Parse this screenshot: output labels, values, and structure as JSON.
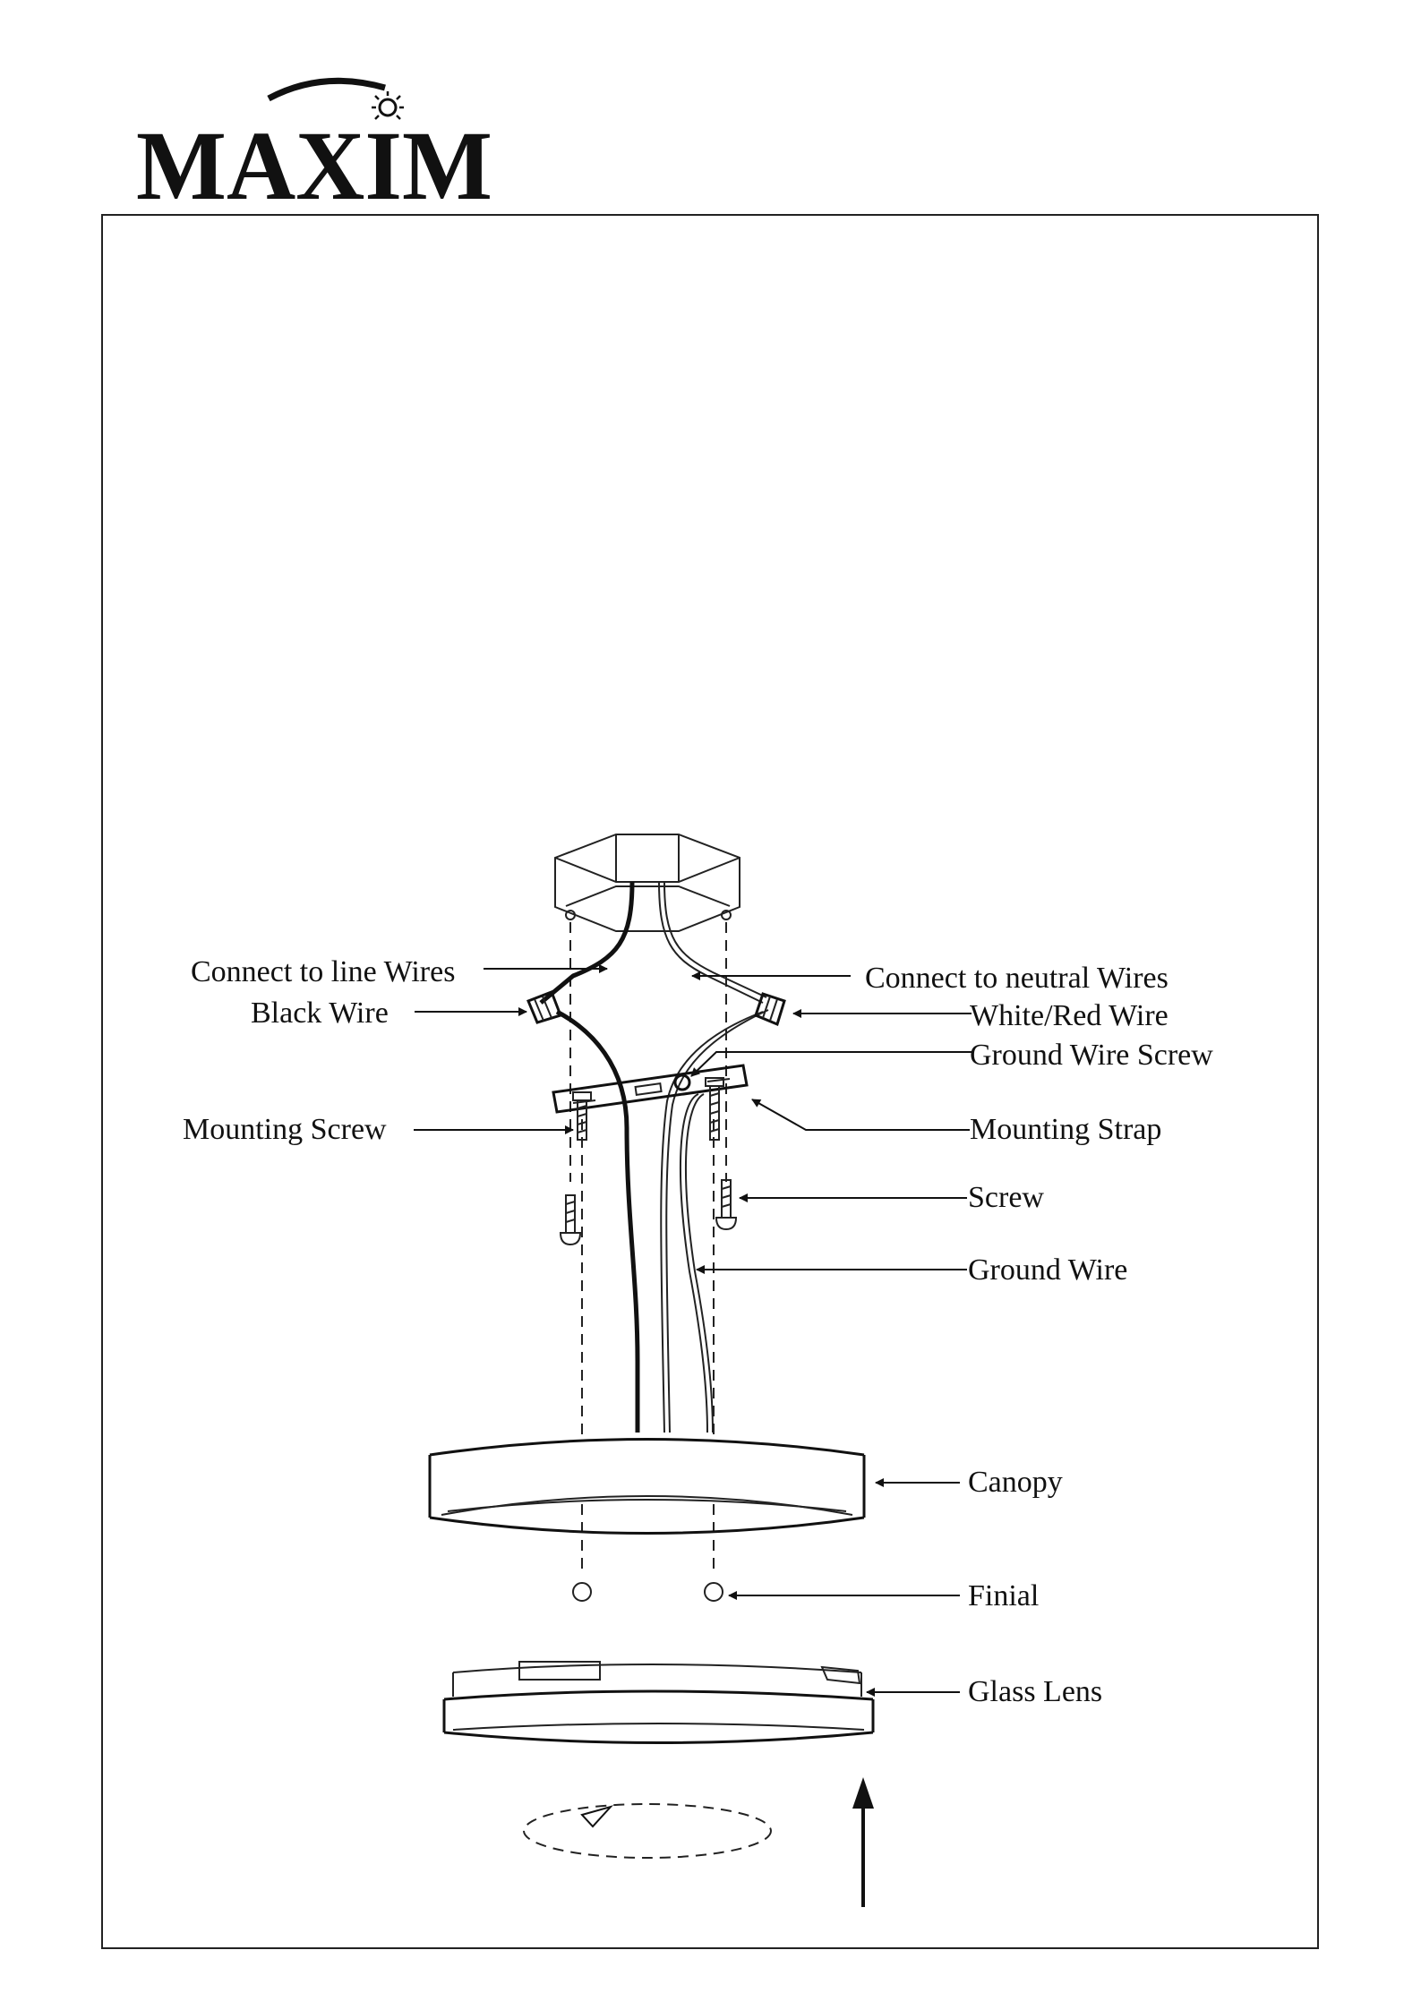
{
  "brand": {
    "name": "MAXIM"
  },
  "labels": {
    "line_wires": "Connect to line Wires",
    "black_wire": "Black Wire",
    "neutral_wires": "Connect to neutral Wires",
    "white_red_wire": "White/Red Wire",
    "ground_wire_screw": "Ground Wire Screw",
    "mounting_screw": "Mounting Screw",
    "mounting_strap": "Mounting Strap",
    "screw": "Screw",
    "ground_wire": "Ground Wire",
    "canopy": "Canopy",
    "finial": "Finial",
    "glass_lens": "Glass Lens"
  }
}
